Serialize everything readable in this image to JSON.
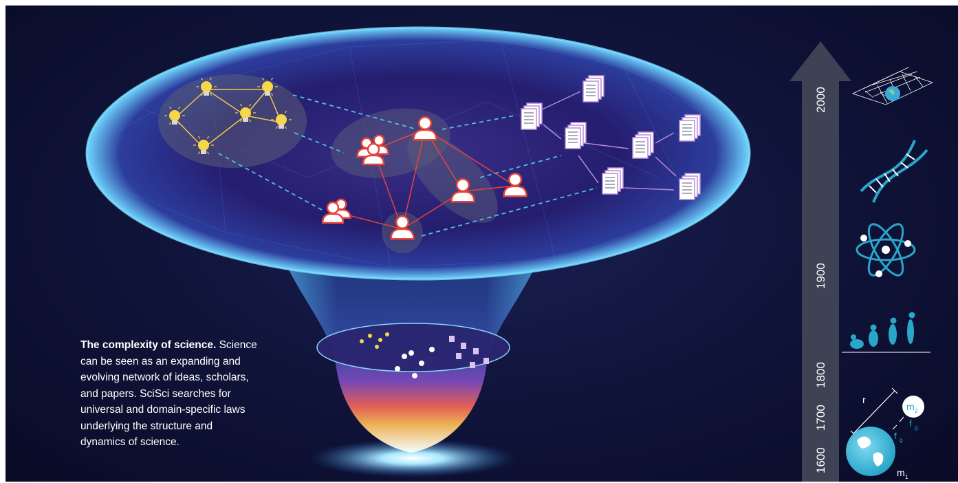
{
  "caption": {
    "title": "The complexity of science.",
    "body": "Science can be seen as an expanding and evolving network of ideas, scholars, and papers. SciSci searches for universal and domain-specific laws underlying the structure and dynamics of science."
  },
  "timeline": {
    "years": [
      "2000",
      "1900",
      "1800",
      "1700",
      "1600"
    ]
  },
  "milestone_icons": [
    "spacetime-curvature-icon",
    "dna-helix-icon",
    "atom-icon",
    "human-evolution-icon",
    "gravity-law-icon"
  ],
  "gravity_labels": {
    "r": "r",
    "m2": "m",
    "m2_sub": "2",
    "m1": "m",
    "m1_sub": "1",
    "fg": "f",
    "fg_sub": "g"
  },
  "colors": {
    "background": "#0f1338",
    "funnel_rim": "#5fd3ff",
    "idea": "#f7d64a",
    "scholar": "#e8433a",
    "paper": "#b98ad8",
    "idea_link": "#4fc3d9",
    "timeline_arrow": "#3d4255"
  }
}
